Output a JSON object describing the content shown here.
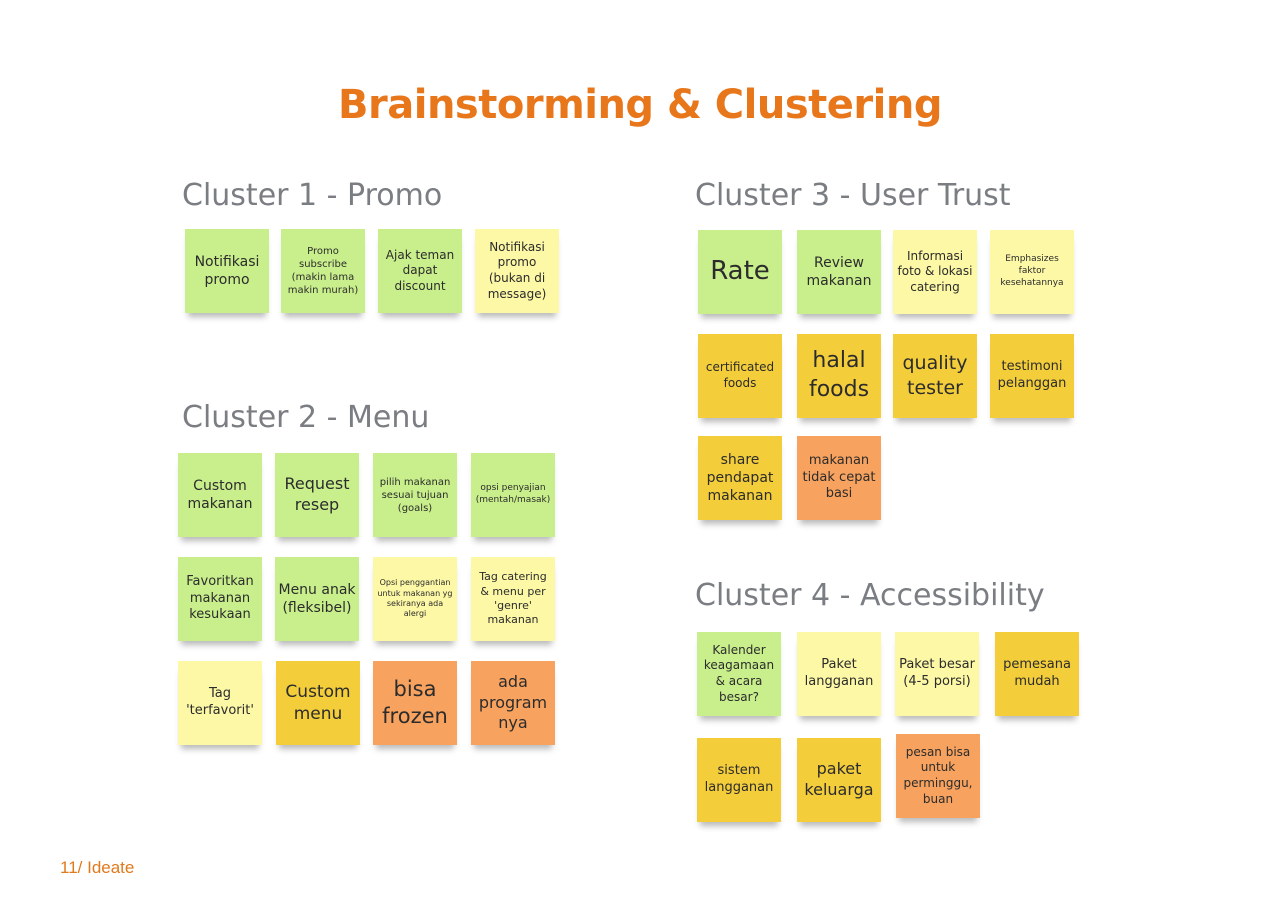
{
  "title": "Brainstorming & Clustering",
  "colors": {
    "title": "#e8771c",
    "cluster_heading": "#7a7d82",
    "note_green": "#c9ef8c",
    "note_pale_yellow": "#fdf8a6",
    "note_yellow": "#f3cd3a",
    "note_orange": "#f7a25e"
  },
  "clusters": [
    {
      "heading": "Cluster 1 - Promo",
      "notes": [
        {
          "text": "Notifikasi promo",
          "color": "#c9ef8c"
        },
        {
          "text": "Promo subscribe (makin lama makin murah)",
          "color": "#c9ef8c"
        },
        {
          "text": "Ajak teman dapat discount",
          "color": "#c9ef8c"
        },
        {
          "text": "Notifikasi promo (bukan di message)",
          "color": "#fdf8a6"
        }
      ]
    },
    {
      "heading": "Cluster 2 - Menu",
      "notes": [
        {
          "text": "Custom makanan",
          "color": "#c9ef8c"
        },
        {
          "text": "Request resep",
          "color": "#c9ef8c"
        },
        {
          "text": "pilih makanan sesuai tujuan (goals)",
          "color": "#c9ef8c"
        },
        {
          "text": "opsi penyajian (mentah/masak)",
          "color": "#c9ef8c"
        },
        {
          "text": "Favoritkan makanan kesukaan",
          "color": "#c9ef8c"
        },
        {
          "text": "Menu anak (fleksibel)",
          "color": "#c9ef8c"
        },
        {
          "text": "Opsi penggantian untuk makanan yg sekiranya ada alergi",
          "color": "#fdf8a6"
        },
        {
          "text": "Tag catering & menu per 'genre' makanan",
          "color": "#fdf8a6"
        },
        {
          "text": "Tag 'terfavorit'",
          "color": "#fdf8a6"
        },
        {
          "text": "Custom menu",
          "color": "#f3cd3a"
        },
        {
          "text": "bisa frozen",
          "color": "#f7a25e"
        },
        {
          "text": "ada program nya",
          "color": "#f7a25e"
        }
      ]
    },
    {
      "heading": "Cluster 3 - User Trust",
      "notes": [
        {
          "text": "Rate",
          "color": "#c9ef8c"
        },
        {
          "text": "Review makanan",
          "color": "#c9ef8c"
        },
        {
          "text": "Informasi foto & lokasi catering",
          "color": "#fdf8a6"
        },
        {
          "text": "Emphasizes faktor kesehatannya",
          "color": "#fdf8a6"
        },
        {
          "text": "certificated foods",
          "color": "#f3cd3a"
        },
        {
          "text": "halal foods",
          "color": "#f3cd3a"
        },
        {
          "text": "quality tester",
          "color": "#f3cd3a"
        },
        {
          "text": "testimoni pelanggan",
          "color": "#f3cd3a"
        },
        {
          "text": "share pendapat makanan",
          "color": "#f3cd3a"
        },
        {
          "text": "makanan tidak cepat basi",
          "color": "#f7a25e"
        }
      ]
    },
    {
      "heading": "Cluster 4 - Accessibility",
      "notes": [
        {
          "text": "Kalender keagamaan & acara besar?",
          "color": "#c9ef8c"
        },
        {
          "text": "Paket langganan",
          "color": "#fdf8a6"
        },
        {
          "text": "Paket besar (4-5 porsi)",
          "color": "#fdf8a6"
        },
        {
          "text": "pemesana mudah",
          "color": "#f3cd3a"
        },
        {
          "text": "sistem langganan",
          "color": "#f3cd3a"
        },
        {
          "text": "paket keluarga",
          "color": "#f3cd3a"
        },
        {
          "text": "pesan bisa untuk perminggu, buan",
          "color": "#f7a25e"
        }
      ]
    }
  ],
  "footer": "11/ Ideate"
}
